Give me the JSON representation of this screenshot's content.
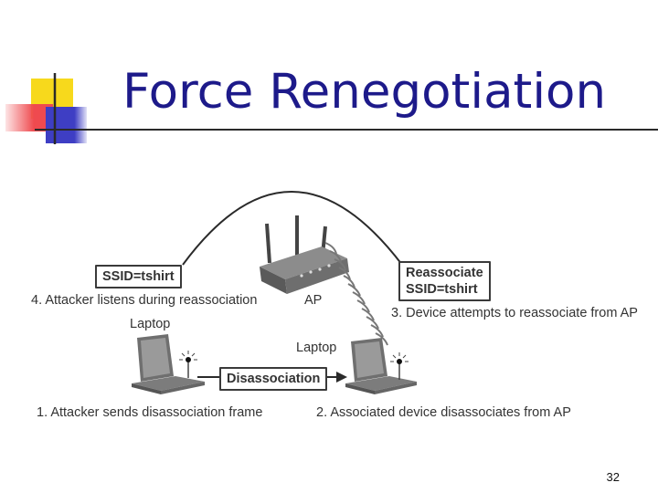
{
  "slide": {
    "title": "Force Renegotiation",
    "page_number": "32"
  },
  "diagram": {
    "ssid_box": "SSID=tshirt",
    "reassociate_box": {
      "line1": "Reassociate",
      "line2": "SSID=tshirt"
    },
    "disassociation_box": "Disassociation",
    "ap_label": "AP",
    "laptop_left_label": "Laptop",
    "laptop_right_label": "Laptop",
    "steps": {
      "step1": "1. Attacker sends disassociation frame",
      "step2": "2. Associated device disassociates from AP",
      "step3": "3. Device attempts to reassociate from AP",
      "step4": "4. Attacker listens during reassociation"
    }
  },
  "colors": {
    "title": "#1d1a8a",
    "logo_yellow": "#f7d91c",
    "logo_red": "#ef4a4f",
    "logo_blue": "#3e3ec4"
  }
}
